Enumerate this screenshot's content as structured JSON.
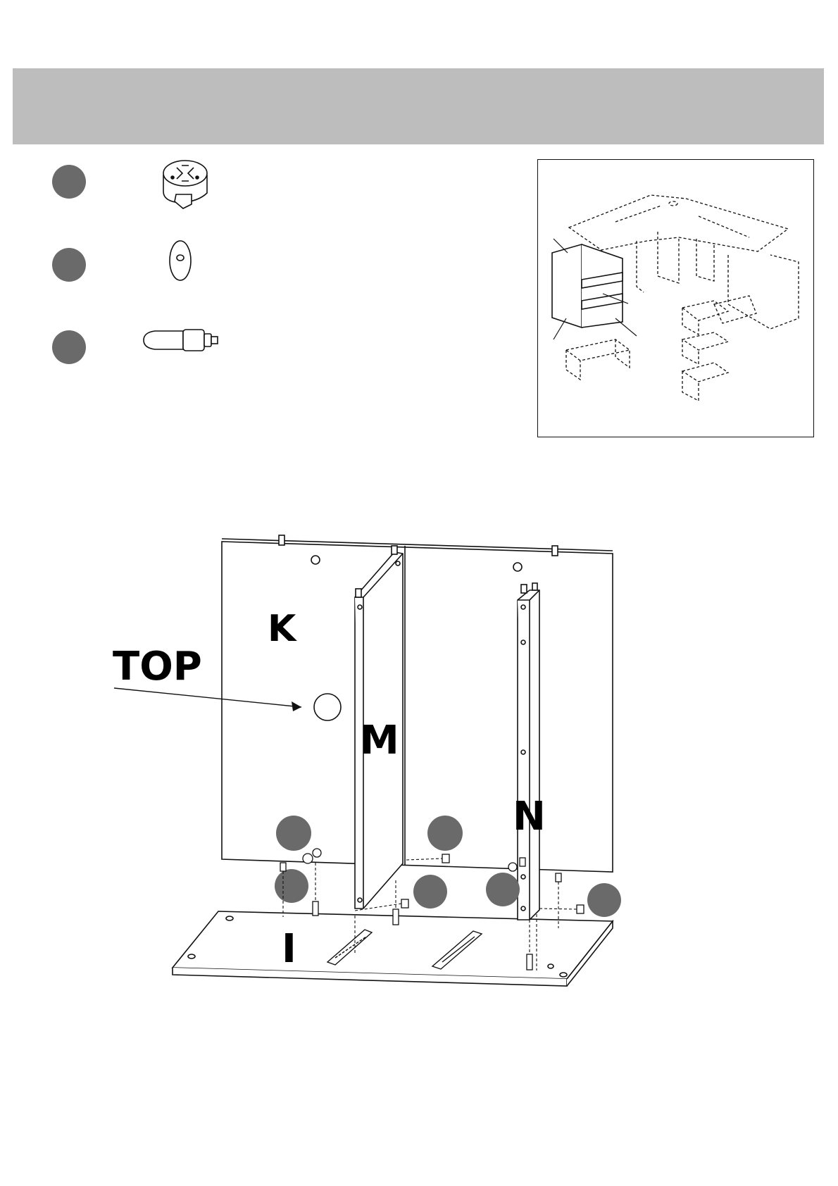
{
  "legend": {
    "items": [
      {
        "icon": "cam-lock-icon"
      },
      {
        "icon": "cover-cap-icon"
      },
      {
        "icon": "cam-bolt-icon"
      }
    ]
  },
  "overview": {
    "icon": "desk-overview-icon"
  },
  "diagram": {
    "labels": {
      "panel_k": "K",
      "panel_m": "M",
      "panel_n": "N",
      "panel_i": "I",
      "top": "TOP"
    },
    "colors": {
      "bullet": "#6a6a6a",
      "header": "#bdbdbd",
      "line": "#111111"
    }
  }
}
